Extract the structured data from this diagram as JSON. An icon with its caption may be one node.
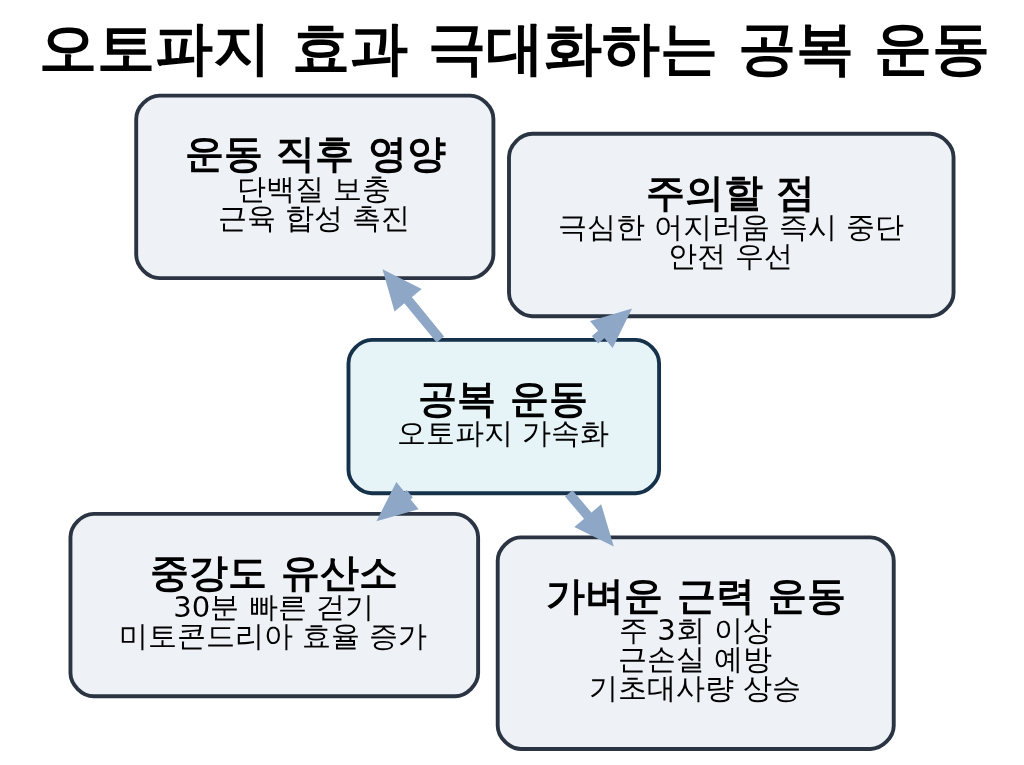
{
  "diagram": {
    "title": "오토파지 효과 극대화하는 공복 운동",
    "nodes": [
      {
        "text": [
          "중강도 유산소",
          "30분 빠른 걷기",
          "미토콘드리아 효율 증가"
        ]
      },
      {
        "text": [
          "가벼운 근력 운동",
          "주 3회 이상",
          "근손실 예방",
          "기초대사량 상승"
        ]
      },
      {
        "text": [
          "공복 운동",
          "오토파지 가속화"
        ]
      },
      {
        "text": [
          "운동 직후 영양",
          "단백질 보충",
          "근육 합성 촉진"
        ]
      },
      {
        "text": [
          "주의할 점",
          "극심한 어지러움 즉시 중단",
          "안전 우선"
        ]
      }
    ],
    "edges": [
      {
        "from": 2,
        "to": 0,
        "arrow": "to"
      },
      {
        "from": 2,
        "to": 1,
        "arrow": "to"
      },
      {
        "from": 2,
        "to": 3,
        "arrow": "to"
      },
      {
        "from": 2,
        "to": 4,
        "arrow": "to"
      }
    ]
  }
}
